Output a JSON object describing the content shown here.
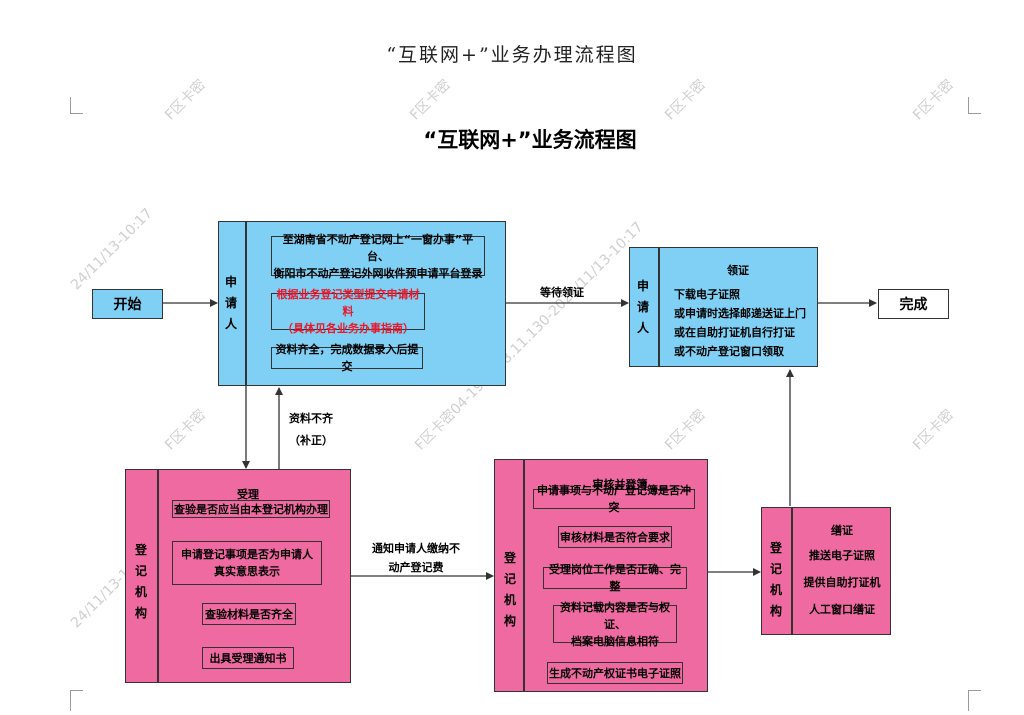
{
  "doc_title": "“互联网+”业务办理流程图",
  "chart_title": "“互联网+”业务流程图",
  "watermark": {
    "faint": "F区卡密",
    "date": "24/11/13-10:17",
    "ip_line": "F区卡密04-192.168.11.130-2024/11/13-10:17"
  },
  "start_label": "开始",
  "end_label": "完成",
  "applicant_box": {
    "side_label": "申请人",
    "step1": [
      "至湖南省不动产登记网上“一窗办事”平台、",
      "衡阳市不动产登记外网收件预申请平台登录"
    ],
    "step2": [
      "根据业务登记类型提交申请材料",
      "（具体见各业务办事指南）"
    ],
    "step3": "资料齐全，完成数据录入后提交",
    "highlight_color": "#e8182a"
  },
  "collect_box": {
    "side_label": "申请人",
    "heading": "领证",
    "items": [
      "下载电子证照",
      "或申请时选择邮递送证上门",
      "或在自助打证机自行打证",
      "或不动产登记窗口领取"
    ]
  },
  "accept_box": {
    "side_label": "登记机构",
    "heading": "受理",
    "step1": "查验是否应当由本登记机构办理",
    "step2": [
      "申请登记事项是否为申请人",
      "真实意思表示"
    ],
    "step3": "查验材料是否齐全",
    "step4": "出具受理通知书"
  },
  "review_box": {
    "side_label": "登记机构",
    "heading": "审核并登簿",
    "step1": "申请事项与不动产登记簿是否冲突",
    "step2": "审核材料是否符合要求",
    "step3": "受理岗位工作是否正确、完整",
    "step4": [
      "资料记载内容是否与权证、",
      "档案电脑信息相符"
    ],
    "step5": "生成不动产权证书电子证照"
  },
  "issue_box": {
    "side_label": "登记机构",
    "heading": "缮证",
    "items": [
      "推送电子证照",
      "提供自助打证机",
      "人工窗口缮证"
    ]
  },
  "arrow_labels": {
    "wait_collect": "等待领证",
    "incomplete": "资料不齐",
    "supplement": "（补正）",
    "notify_fee": [
      "通知申请人缴纳不",
      "动产登记费"
    ]
  },
  "colors": {
    "applicant": "#7fd0f4",
    "agency": "#f06aa2",
    "line": "#333333"
  }
}
